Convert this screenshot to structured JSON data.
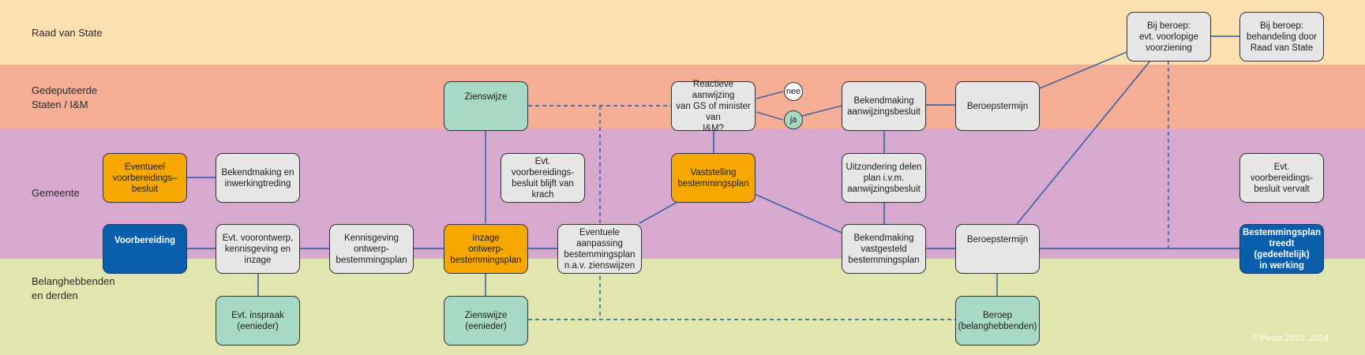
{
  "colors": {
    "lane_raad": "#fde0b0",
    "lane_gedeputeerde": "#f5ae96",
    "lane_gemeente": "#d8a9cf",
    "lane_belang": "#e0e6ad",
    "connector": "#2458a6",
    "node_grey": "#e6e6e6",
    "node_green": "#a8d8c6",
    "node_orange": "#f6a800",
    "node_blue": "#0a5fad"
  },
  "lanes": {
    "raad": "Raad van State",
    "gedeputeerde": "Gedeputeerde\nStaten / I&M",
    "gemeente": "Gemeente",
    "belang": "Belanghebbenden\nen derden"
  },
  "nodes": {
    "zienswijze_gs": "Zienswijze",
    "reactieve": "Reactieve aanwijzing\nvan GS of minister van\nI&M?",
    "nee": "nee",
    "ja": "ja",
    "bekendmaking_aanwijzing": "Bekendmaking\naanwijzingsbesluit",
    "beroepstermijn_gs": "Beroepstermijn",
    "voorlopige": "Bij beroep:\nevt. voorlopige\nvoorziening",
    "behandeling": "Bij beroep:\nbehandeling door\nRaad van State",
    "eventueel_vb": "Eventueel\nvoorbereidings–\nbesluit",
    "bekendmaking_inwerking": "Bekendmaking en\ninwerkingtreding",
    "evt_vb_krach": "Evt. voorbereidings-\nbesluit blijft van\nkrach",
    "vaststelling": "Vaststelling\nbestemmingsplan",
    "uitzondering": "Uitzondering delen\nplan i.v.m.\naanwijzingsbesluit",
    "evt_vb_vervalt": "Evt. voorbereidings-\nbesluit vervalt",
    "voorbereiding": "Voorbereiding",
    "voorontwerp": "Evt. voorontwerp,\nkennisgeving en\ninzage",
    "kennisgeving": "Kennisgeving\nontwerp-\nbestemmingsplan",
    "inzage": "Inzage\nontwerp-\nbestemmingsplan",
    "aanpassing": "Eventuele aanpassing\nbestemmingsplan\nn.a.v. zienswijzen",
    "bekendmaking_vastgesteld": "Bekendmaking\nvastgesteld\nbestemmingsplan",
    "beroepstermijn_gem": "Beroepstermijn",
    "treedt": "Bestemmingsplan\ntreedt (gedeeltelijk)\nin werking",
    "inspraak": "Evt. inspraak\n(eenieder)",
    "zienswijze_een": "Zienswijze\n(eenieder)",
    "beroep": "Beroep\n(belanghebbenden)"
  },
  "copyright": "© Peutz 2010, 2014"
}
